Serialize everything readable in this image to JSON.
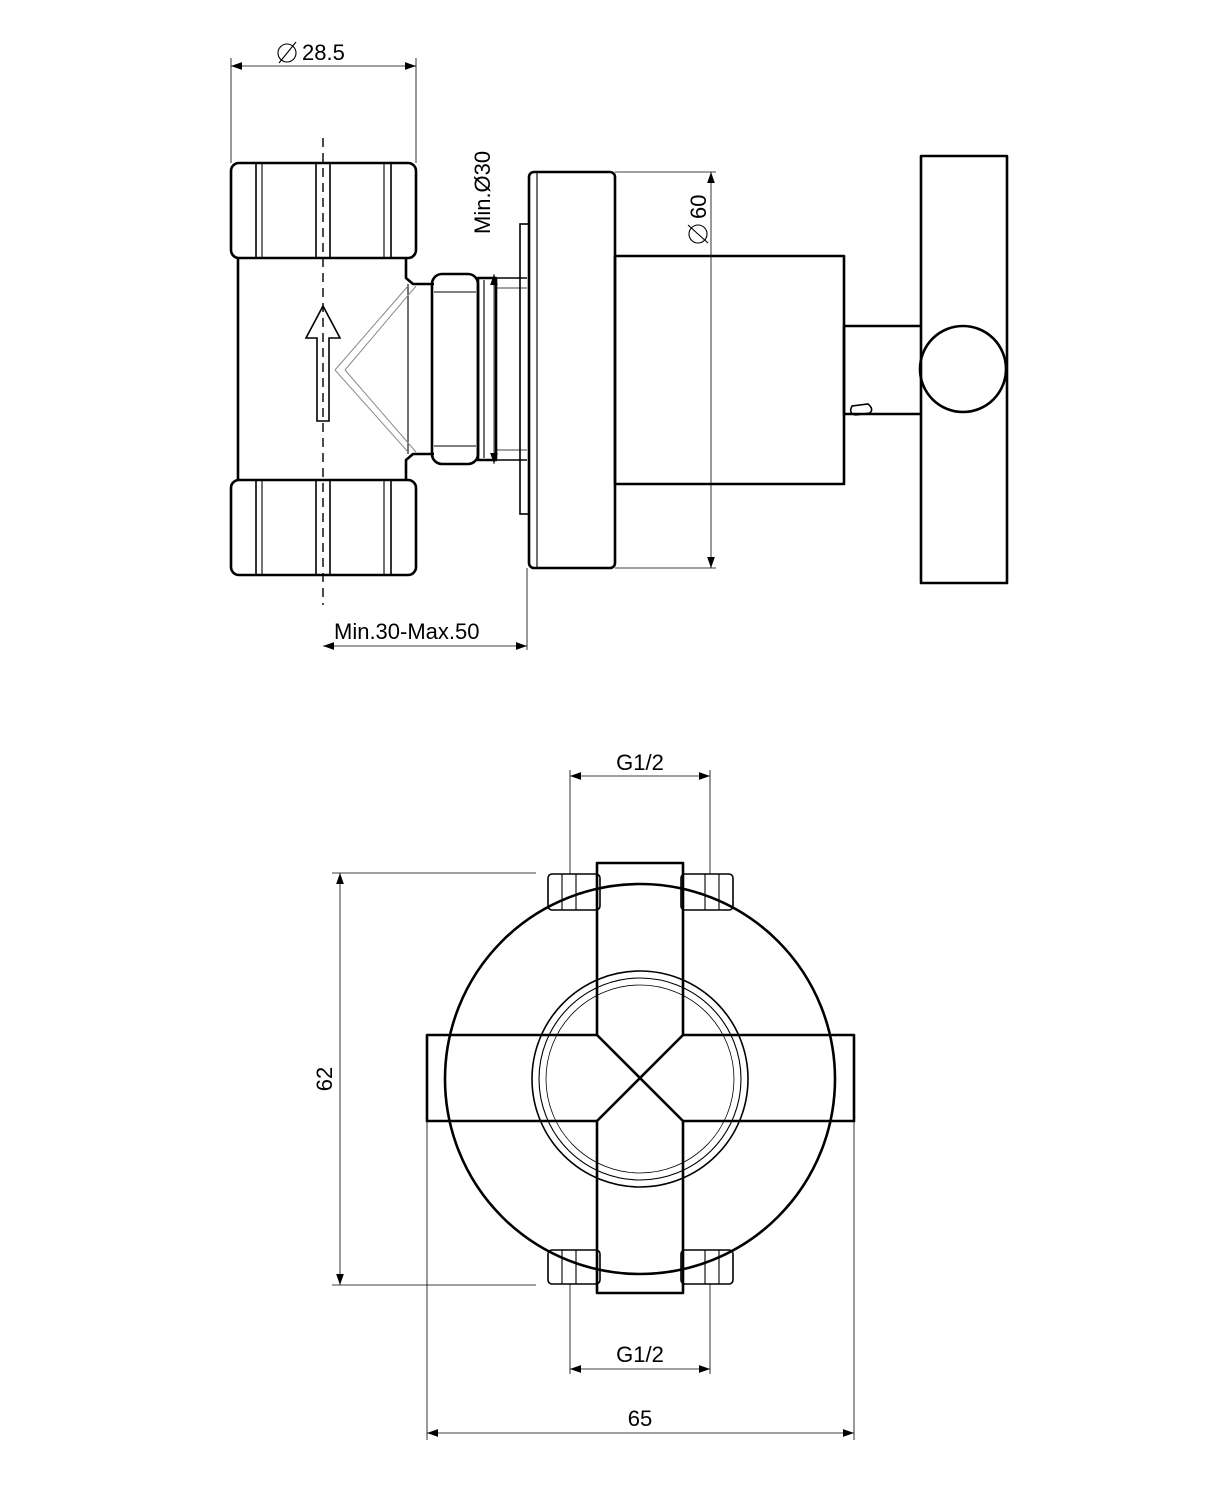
{
  "dimensions": {
    "nut_diameter": "28.5",
    "min_hole": "Min.Ø30",
    "flange_diameter": "60",
    "install_depth": "Min.30-Max.50",
    "thread_top": "G1/2",
    "thread_bottom": "G1/2",
    "height": "62",
    "width": "65"
  },
  "colors": {
    "line": "#000000",
    "background": "#ffffff"
  }
}
